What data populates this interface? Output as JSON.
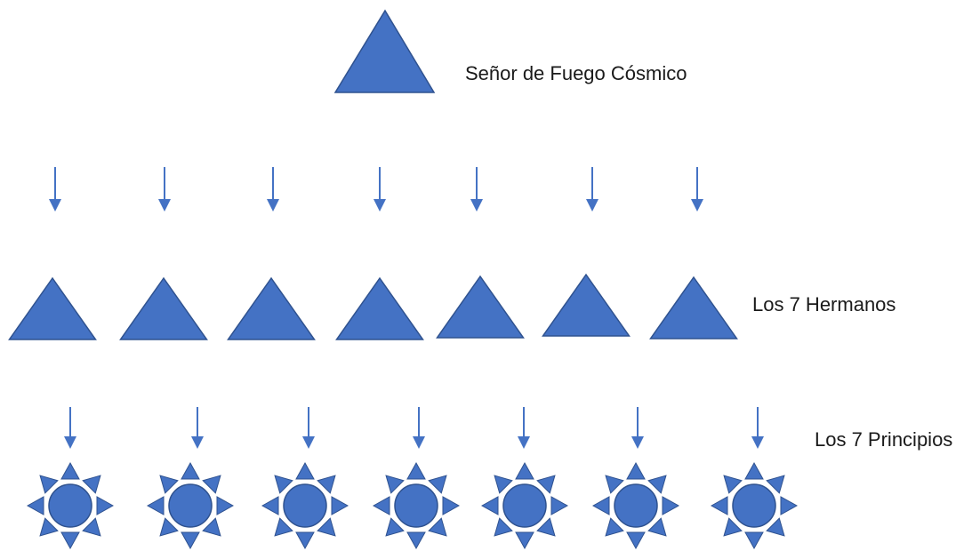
{
  "colors": {
    "fill": "#4472C4",
    "stroke": "#2F528F",
    "arrow": "#4472C4",
    "text": "#1a1a1a"
  },
  "labels": {
    "top": "Señor de Fuego Cósmico",
    "middle": "Los 7 Hermanos",
    "bottom": "Los 7 Principios"
  },
  "diagram": {
    "top_node": {
      "shape": "triangle-icon",
      "label_ref": "labels.top"
    },
    "arrows_row_1_count": 7,
    "triangles_count": 7,
    "arrows_row_2_count": 7,
    "suns_count": 7,
    "sun_icon": "sun-icon"
  }
}
